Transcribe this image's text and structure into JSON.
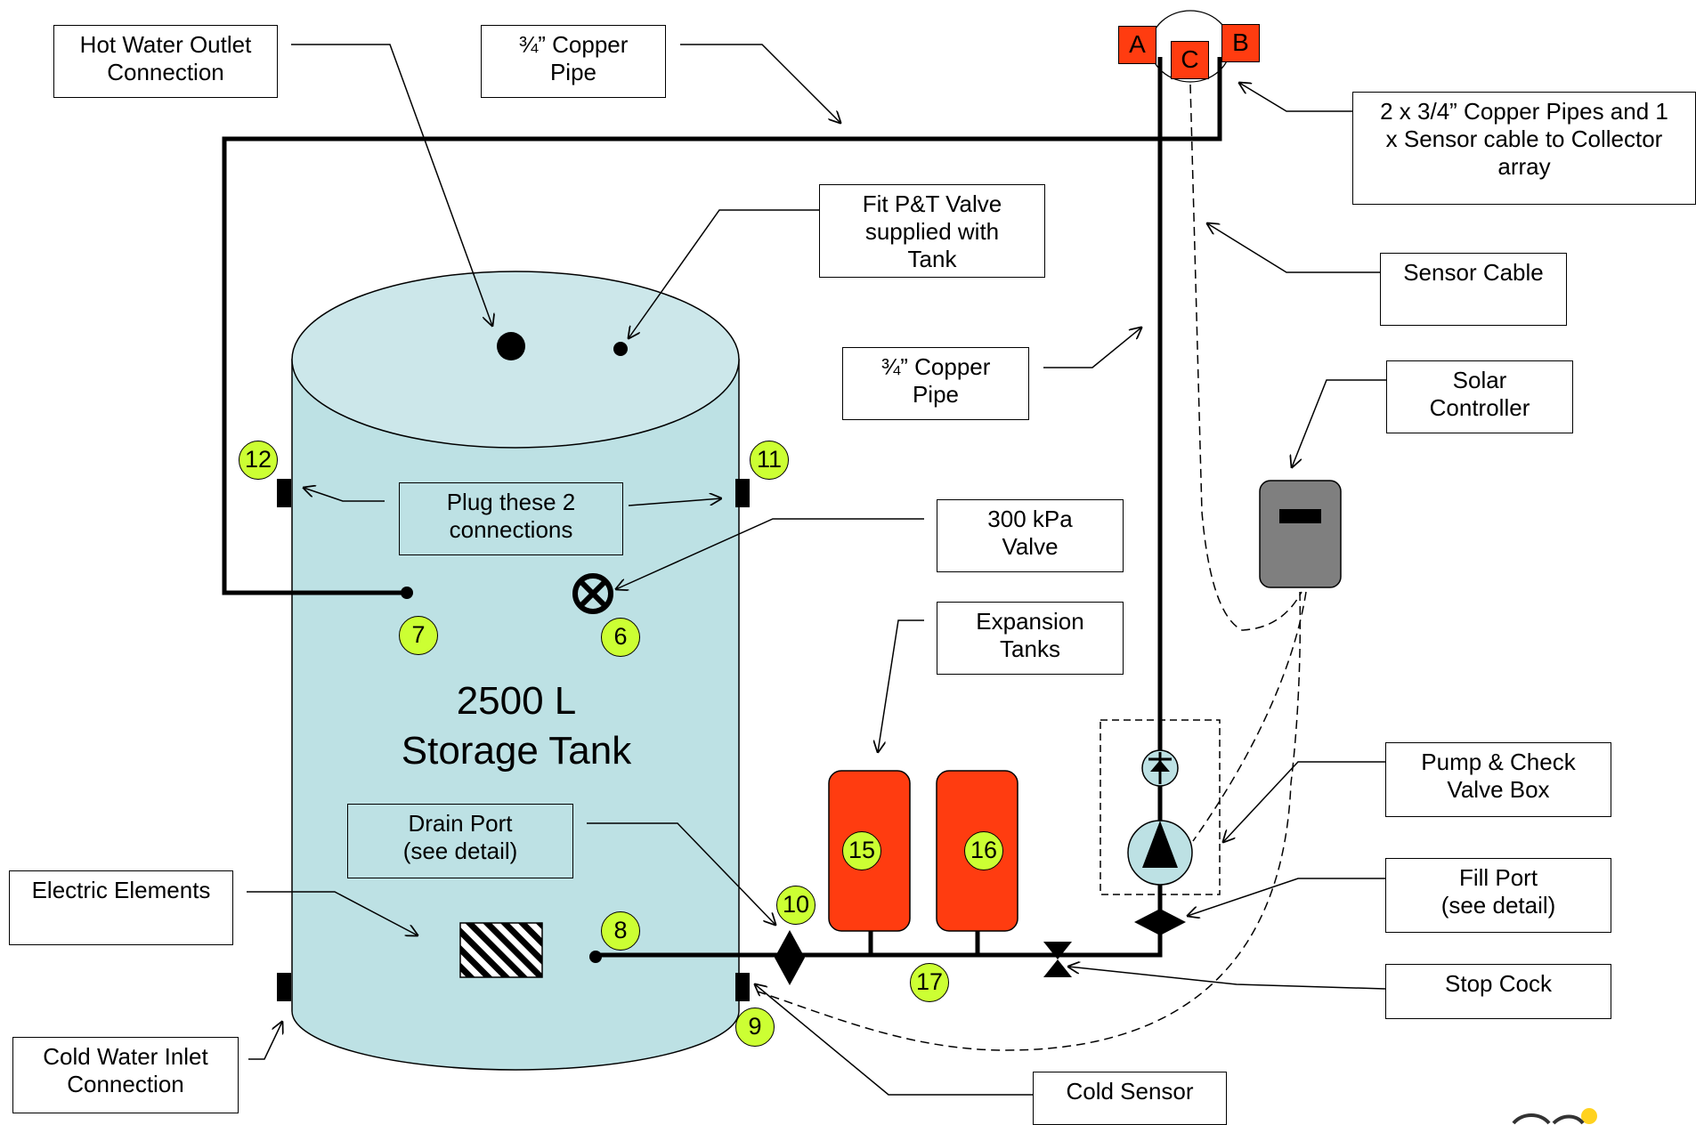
{
  "labels": {
    "hot_outlet": "Hot Water  Outlet\nConnection",
    "copper_pipe_top": "¾” Copper\nPipe",
    "copper_pipes_collector": "2 x 3/4” Copper Pipes  and 1\nx Sensor cable to Collector\narray",
    "pt_valve": "Fit P&T Valve\nsupplied with\nTank",
    "sensor_cable": "Sensor Cable",
    "copper_pipe_mid": "¾” Copper\nPipe",
    "solar_controller": "Solar\nController",
    "plug_connections": "Plug these 2\nconnections",
    "kpa_valve": "300 kPa\nValve",
    "expansion_tanks": "Expansion\nTanks",
    "pump_check": "Pump & Check\nValve Box",
    "drain_port": "Drain Port\n(see detail)",
    "fill_port": "Fill Port\n(see detail)",
    "electric_elements": "Electric Elements",
    "stop_cock": "Stop Cock",
    "cold_inlet": "Cold Water  Inlet\nConnection",
    "cold_sensor": "Cold Sensor"
  },
  "tank_label": [
    "2500 L",
    "Storage Tank"
  ],
  "collector_ports": [
    "A",
    "B",
    "C"
  ],
  "numbers": [
    "6",
    "7",
    "8",
    "9",
    "10",
    "11",
    "12",
    "15",
    "16",
    "17"
  ],
  "colors": {
    "tank_fill": "#bde1e4",
    "port_red": "#ff3c10",
    "badge_yellow": "#ccff33",
    "controller_gray": "#7f7f7f"
  }
}
